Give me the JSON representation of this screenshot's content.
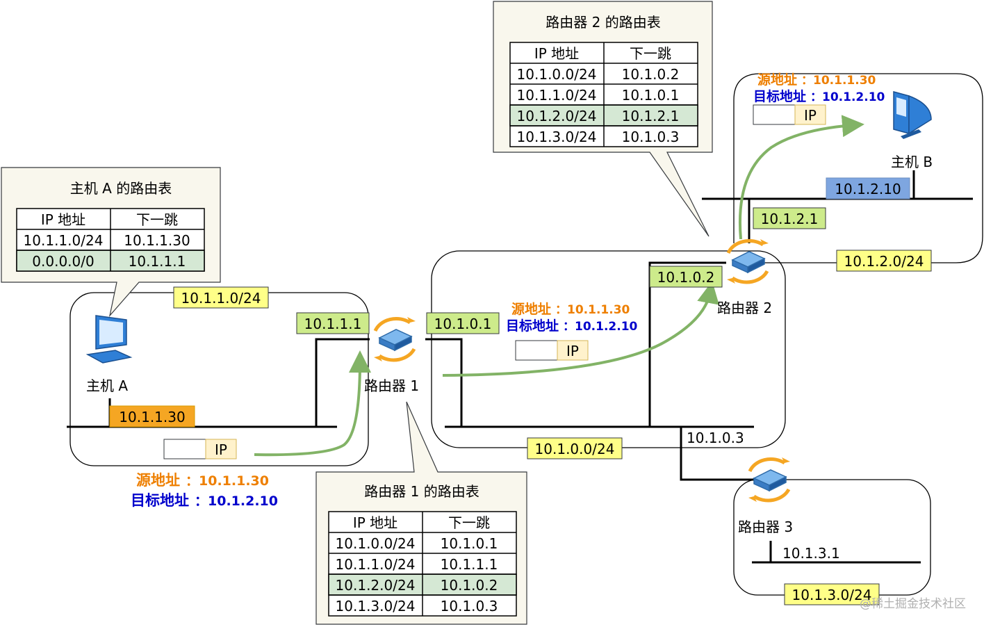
{
  "hostA": {
    "name": "主机 A",
    "ip": "10.1.1.30",
    "table": {
      "title": "主机 A 的路由表",
      "headers": [
        "IP 地址",
        "下一跳"
      ],
      "rows": [
        [
          "10.1.1.0/24",
          "10.1.1.30"
        ],
        [
          "0.0.0.0/0",
          "10.1.1.1"
        ]
      ]
    }
  },
  "hostB": {
    "name": "主机 B",
    "ip": "10.1.2.10"
  },
  "router1": {
    "name": "路由器 1",
    "if_lan": "10.1.1.1",
    "if_wan": "10.1.0.1",
    "table": {
      "title": "路由器 1 的路由表",
      "headers": [
        "IP 地址",
        "下一跳"
      ],
      "rows": [
        [
          "10.1.0.0/24",
          "10.1.0.1"
        ],
        [
          "10.1.1.0/24",
          "10.1.1.1"
        ],
        [
          "10.1.2.0/24",
          "10.1.0.2"
        ],
        [
          "10.1.3.0/24",
          "10.1.0.3"
        ]
      ]
    }
  },
  "router2": {
    "name": "路由器 2",
    "if_wan": "10.1.0.2",
    "if_lan": "10.1.2.1",
    "table": {
      "title": "路由器 2 的路由表",
      "headers": [
        "IP 地址",
        "下一跳"
      ],
      "rows": [
        [
          "10.1.0.0/24",
          "10.1.0.2"
        ],
        [
          "10.1.1.0/24",
          "10.1.0.1"
        ],
        [
          "10.1.2.0/24",
          "10.1.2.1"
        ],
        [
          "10.1.3.0/24",
          "10.1.0.3"
        ]
      ]
    }
  },
  "router3": {
    "name": "路由器 3",
    "if_wan": "10.1.0.3",
    "if_lan": "10.1.3.1"
  },
  "networks": {
    "net1": "10.1.1.0/24",
    "net0": "10.1.0.0/24",
    "net2": "10.1.2.0/24",
    "net3": "10.1.3.0/24"
  },
  "packet": {
    "src_label": "源地址",
    "dst_label": "目标地址",
    "src_value": "：10.1.1.30",
    "dst_value": "：10.1.2.10",
    "ip_label": "IP"
  },
  "watermark": "@稀土掘金技术社区",
  "colors": {
    "green_box": "#d5e8d4",
    "yellow_label": "#ffff88",
    "green_label": "#cdeb8b",
    "orange_label": "#f5a623",
    "blue_label": "#7ea6e0",
    "arrow": "#82b366",
    "source_orange": "#ee7f00",
    "dest_blue": "#0000cc"
  }
}
